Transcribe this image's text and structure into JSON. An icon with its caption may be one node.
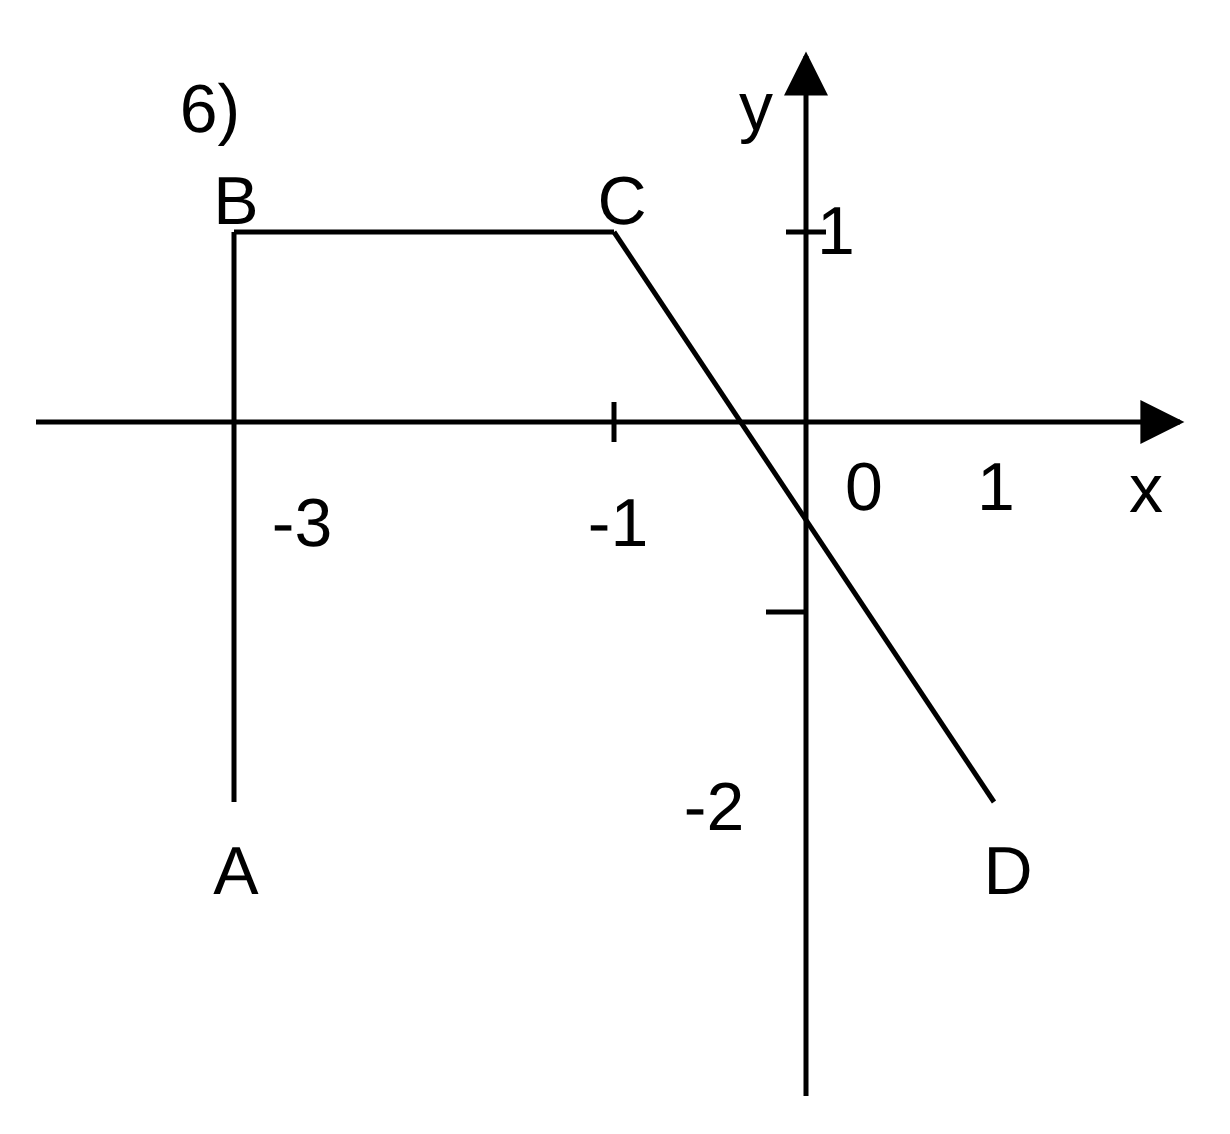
{
  "diagram": {
    "title": "6)",
    "nodes": [
      {
        "text": [
          "B"
        ]
      },
      {
        "text": [
          "C"
        ]
      },
      {
        "text": [
          "A"
        ]
      },
      {
        "text": [
          "D"
        ]
      }
    ],
    "edges": [
      {
        "from": 2,
        "to": 0,
        "arrow": "none"
      },
      {
        "from": 0,
        "to": 1,
        "arrow": "none"
      },
      {
        "from": 1,
        "to": 3,
        "arrow": "none"
      }
    ],
    "labels": [
      "y",
      "1",
      "0",
      "1",
      "x",
      "-3",
      "-1",
      "-2"
    ]
  }
}
